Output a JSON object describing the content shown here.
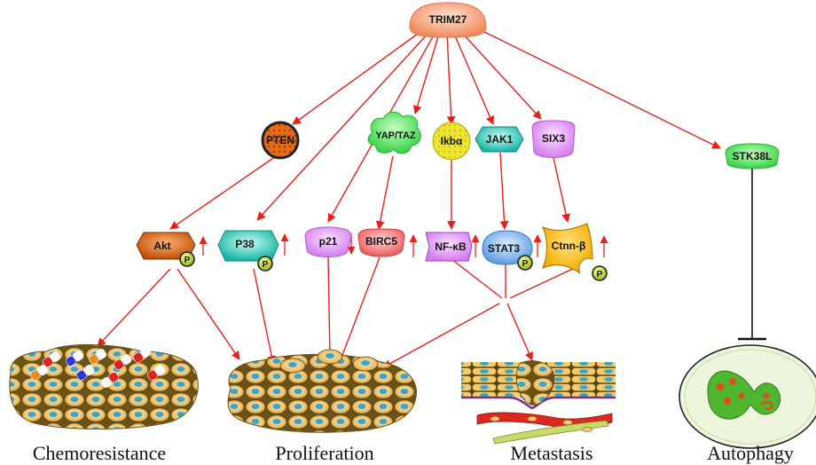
{
  "hub": {
    "label": "TRIM27",
    "color": "#f4a07a"
  },
  "mediators": {
    "pten": "PTEN",
    "yap_taz": "YAP/TAZ",
    "ikba": "Ikbα",
    "jak1": "JAK1",
    "six3": "SIX3",
    "stk38l": "STK38L"
  },
  "effectors": {
    "akt": "Akt",
    "p38": "P38",
    "p21": "p21",
    "birc5": "BIRC5",
    "nfkb": "NF-κB",
    "stat3": "STAT3",
    "ctnnb": "Ctnn-β"
  },
  "phospho_label": "P",
  "outcomes": {
    "chemoresistance": "Chemoresistance",
    "proliferation": "Proliferation",
    "metastasis": "Metastasis",
    "autophagy": "Autophagy"
  },
  "colors": {
    "arrow": "#e8201c",
    "inhibit": "#111111",
    "cell_fill": "#f2c46a",
    "cell_nucleus": "#3aa5c9"
  }
}
